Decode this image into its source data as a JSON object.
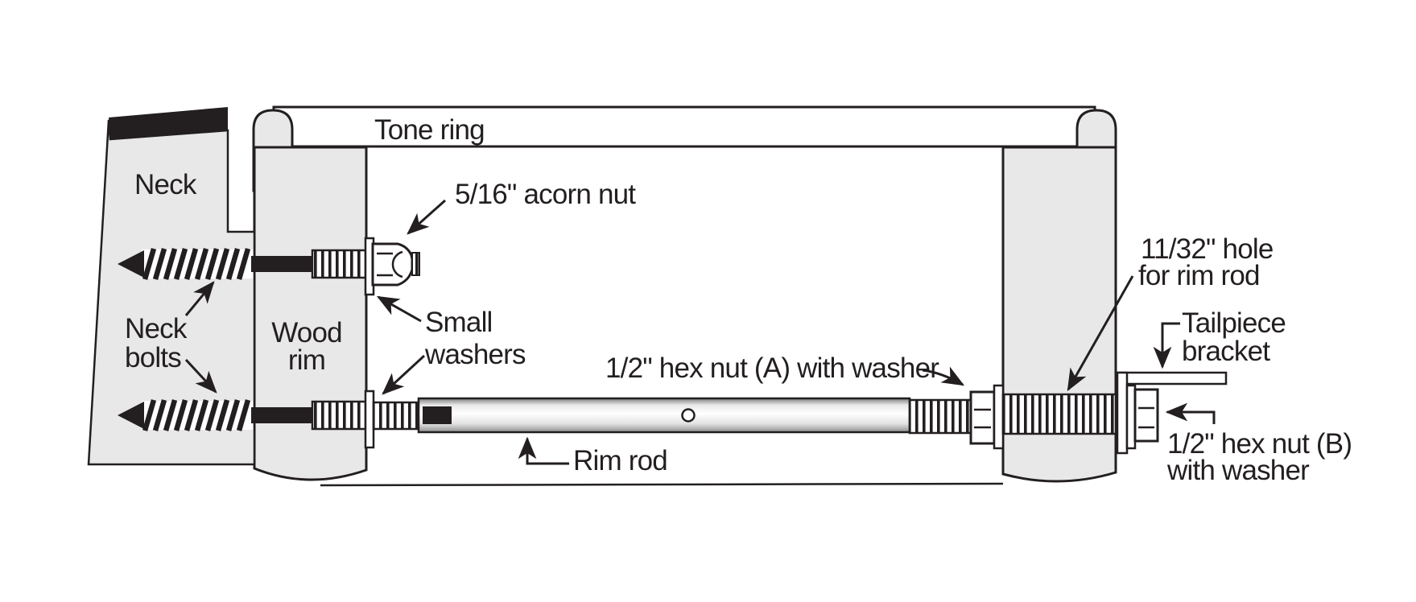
{
  "diagram": {
    "description": "Banjo neck and wood rim hardware cross-section diagram",
    "labels": {
      "tone_ring": "Tone ring",
      "neck": "Neck",
      "acorn_nut": "5/16\" acorn nut",
      "neck_bolts_1": "Neck",
      "neck_bolts_2": "bolts",
      "wood_rim_1": "Wood",
      "wood_rim_2": "rim",
      "small_washers_1": "Small",
      "small_washers_2": "washers",
      "hex_nut_a": "1/2\" hex nut (A) with washer",
      "rim_rod": "Rim rod",
      "rim_rod_hole_1": "11/32\" hole",
      "rim_rod_hole_2": "for rim rod",
      "tailpiece_1": "Tailpiece",
      "tailpiece_2": "bracket",
      "hex_nut_b_1": "1/2\" hex nut (B)",
      "hex_nut_b_2": "with washer"
    },
    "colors": {
      "background": "#ffffff",
      "wood_fill": "#e8e8e8",
      "line": "#231f20",
      "metal_white": "#ffffff"
    }
  }
}
